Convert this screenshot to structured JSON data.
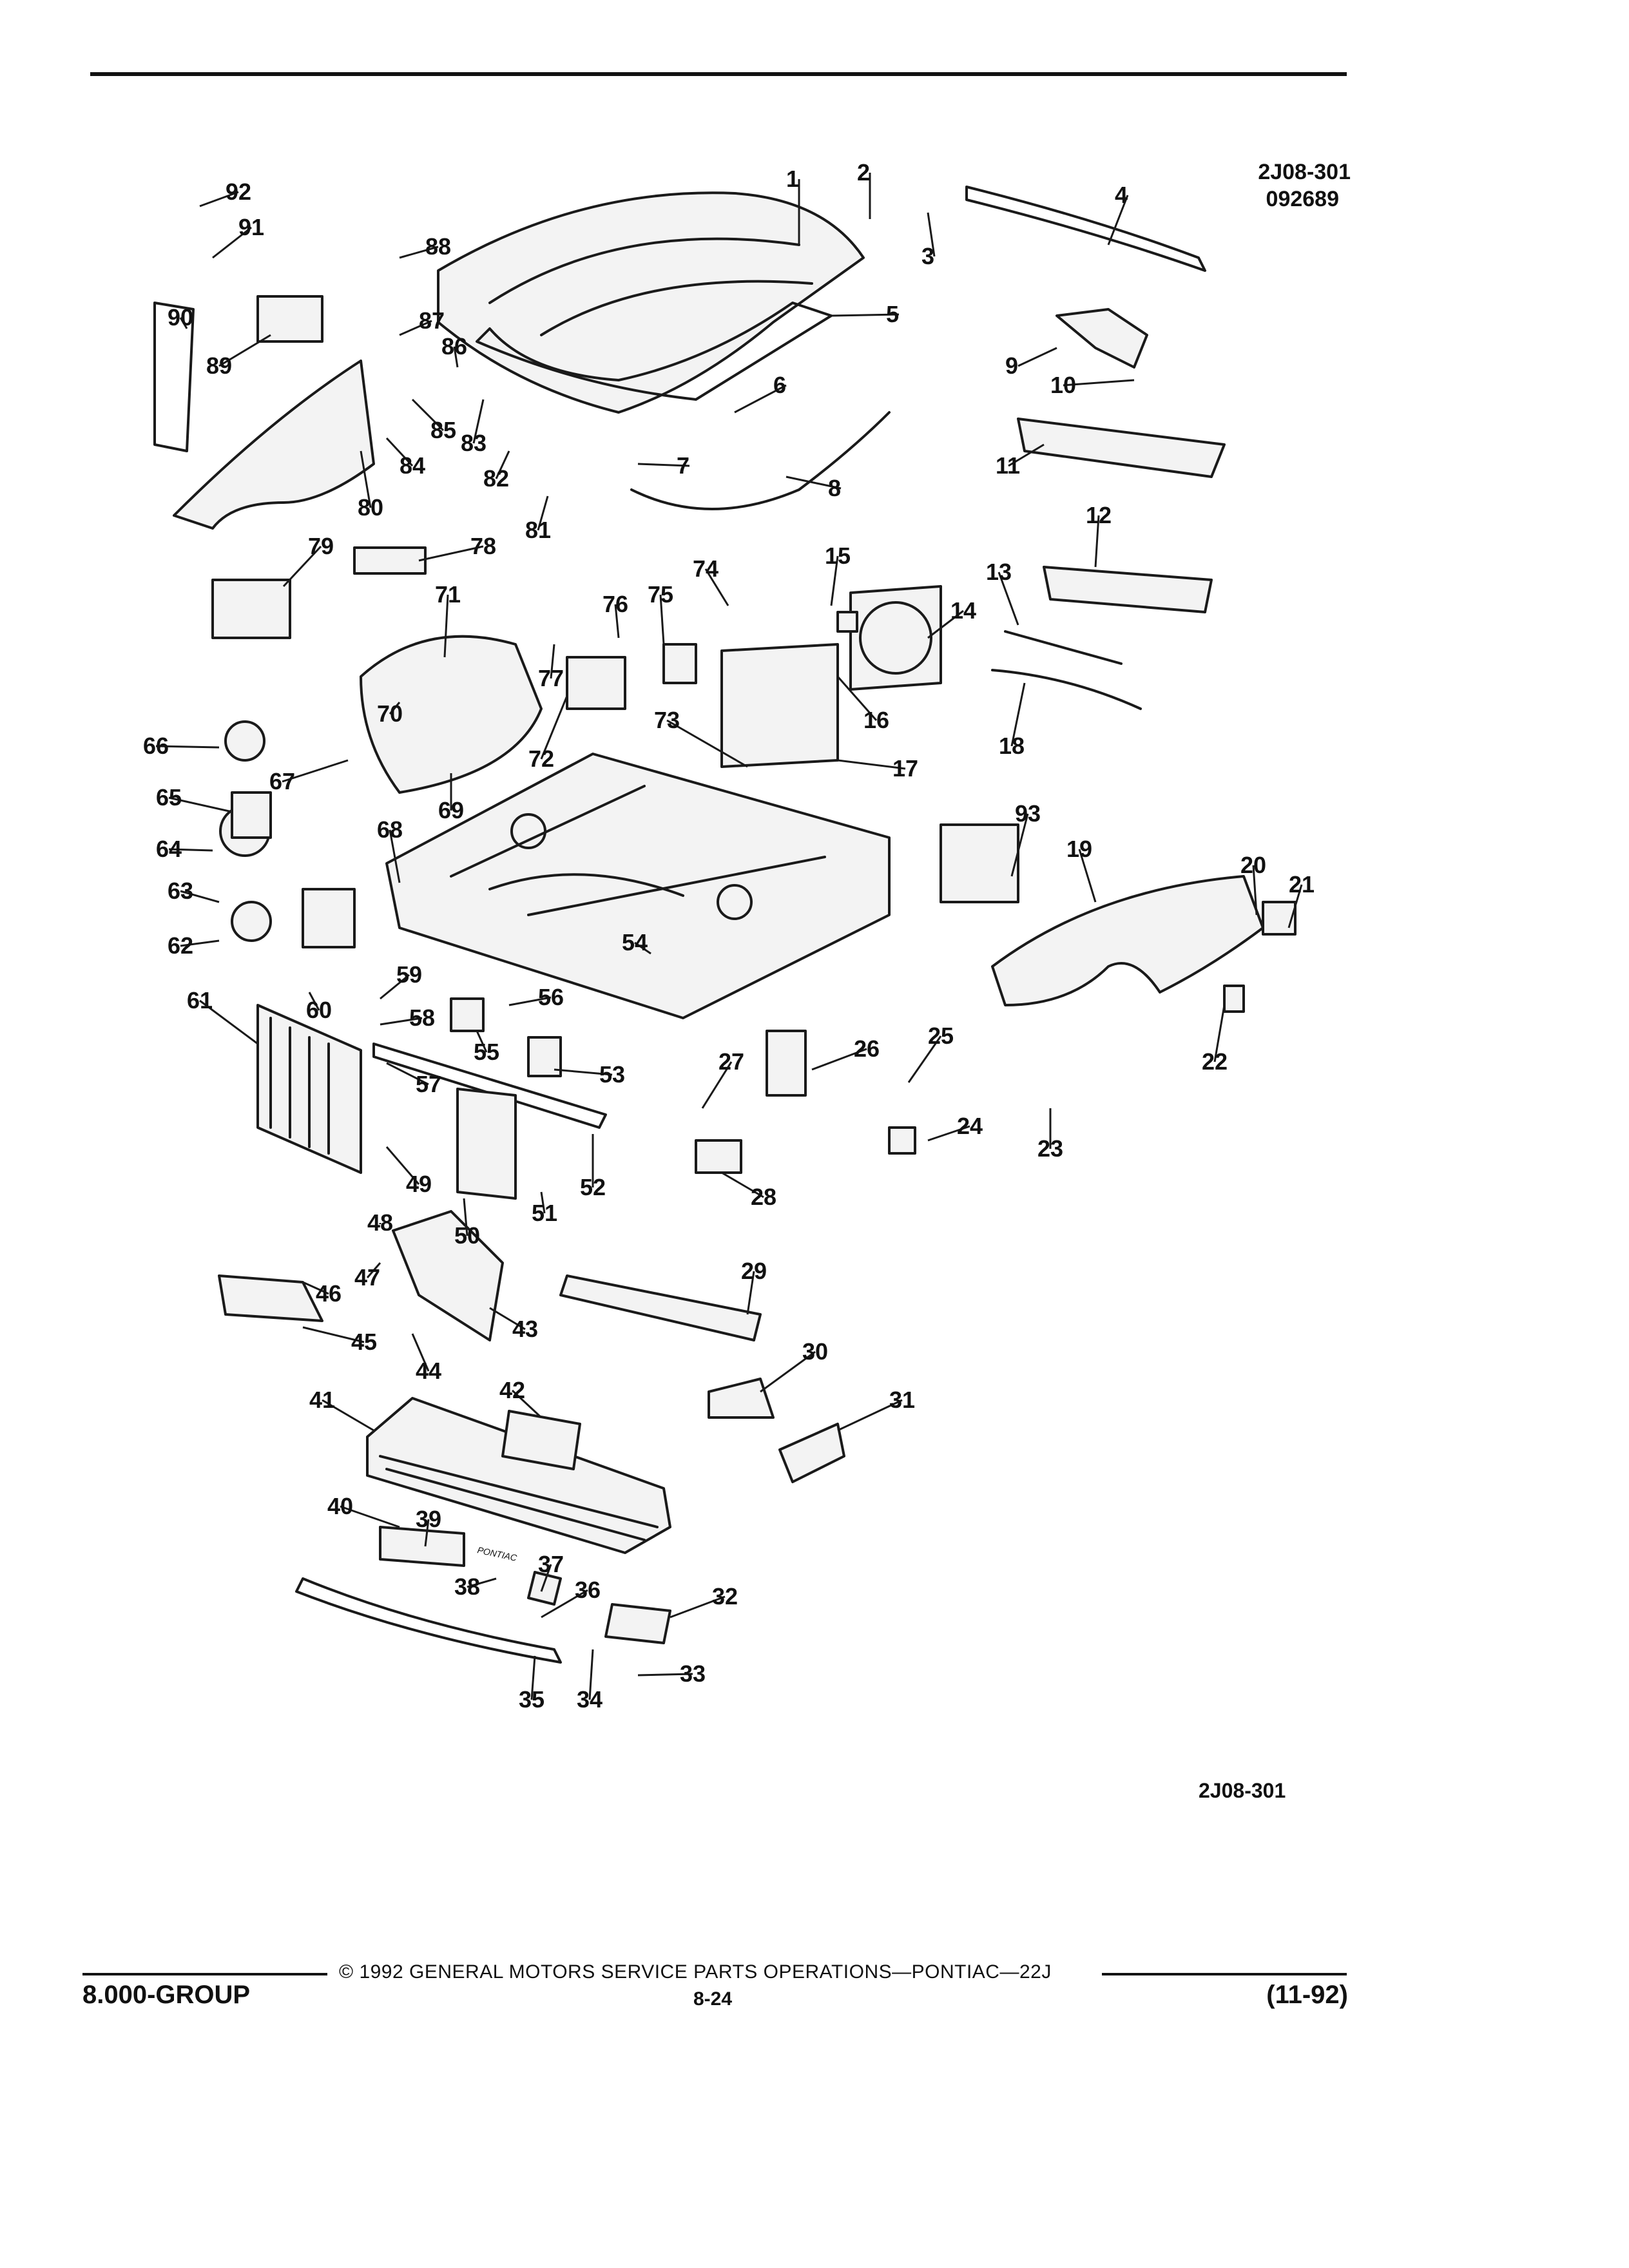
{
  "header": {
    "ref_code": "2J08-301",
    "ref_date": "092689"
  },
  "diagram": {
    "parts": [
      {
        "n": "1"
      },
      {
        "n": "2"
      },
      {
        "n": "3"
      },
      {
        "n": "4"
      },
      {
        "n": "5"
      },
      {
        "n": "6"
      },
      {
        "n": "7"
      },
      {
        "n": "8"
      },
      {
        "n": "9"
      },
      {
        "n": "10"
      },
      {
        "n": "11"
      },
      {
        "n": "12"
      },
      {
        "n": "13"
      },
      {
        "n": "14"
      },
      {
        "n": "15"
      },
      {
        "n": "16"
      },
      {
        "n": "17"
      },
      {
        "n": "18"
      },
      {
        "n": "19"
      },
      {
        "n": "20"
      },
      {
        "n": "21"
      },
      {
        "n": "22"
      },
      {
        "n": "23"
      },
      {
        "n": "24"
      },
      {
        "n": "25"
      },
      {
        "n": "26"
      },
      {
        "n": "27"
      },
      {
        "n": "28"
      },
      {
        "n": "29"
      },
      {
        "n": "30"
      },
      {
        "n": "31"
      },
      {
        "n": "32"
      },
      {
        "n": "33"
      },
      {
        "n": "34"
      },
      {
        "n": "35"
      },
      {
        "n": "36"
      },
      {
        "n": "37"
      },
      {
        "n": "38"
      },
      {
        "n": "39"
      },
      {
        "n": "40"
      },
      {
        "n": "41"
      },
      {
        "n": "42"
      },
      {
        "n": "43"
      },
      {
        "n": "44"
      },
      {
        "n": "45"
      },
      {
        "n": "46"
      },
      {
        "n": "47"
      },
      {
        "n": "48"
      },
      {
        "n": "49"
      },
      {
        "n": "50"
      },
      {
        "n": "51"
      },
      {
        "n": "52"
      },
      {
        "n": "53"
      },
      {
        "n": "54"
      },
      {
        "n": "55"
      },
      {
        "n": "56"
      },
      {
        "n": "57"
      },
      {
        "n": "58"
      },
      {
        "n": "59"
      },
      {
        "n": "60"
      },
      {
        "n": "61"
      },
      {
        "n": "62"
      },
      {
        "n": "63"
      },
      {
        "n": "64"
      },
      {
        "n": "65"
      },
      {
        "n": "66"
      },
      {
        "n": "67"
      },
      {
        "n": "68"
      },
      {
        "n": "69"
      },
      {
        "n": "70"
      },
      {
        "n": "71"
      },
      {
        "n": "72"
      },
      {
        "n": "73"
      },
      {
        "n": "74"
      },
      {
        "n": "75"
      },
      {
        "n": "76"
      },
      {
        "n": "77"
      },
      {
        "n": "78"
      },
      {
        "n": "79"
      },
      {
        "n": "80"
      },
      {
        "n": "81"
      },
      {
        "n": "82"
      },
      {
        "n": "83"
      },
      {
        "n": "84"
      },
      {
        "n": "85"
      },
      {
        "n": "86"
      },
      {
        "n": "87"
      },
      {
        "n": "88"
      },
      {
        "n": "89"
      },
      {
        "n": "90"
      },
      {
        "n": "91"
      },
      {
        "n": "92"
      },
      {
        "n": "93"
      }
    ],
    "bottom_ref": "2J08-301",
    "bumper_script": "PONTIAC"
  },
  "footer": {
    "group": "8.000-GROUP",
    "copyright": "© 1992 GENERAL MOTORS SERVICE PARTS OPERATIONS—PONTIAC—22J",
    "page": "8-24",
    "date": "(11-92)"
  }
}
